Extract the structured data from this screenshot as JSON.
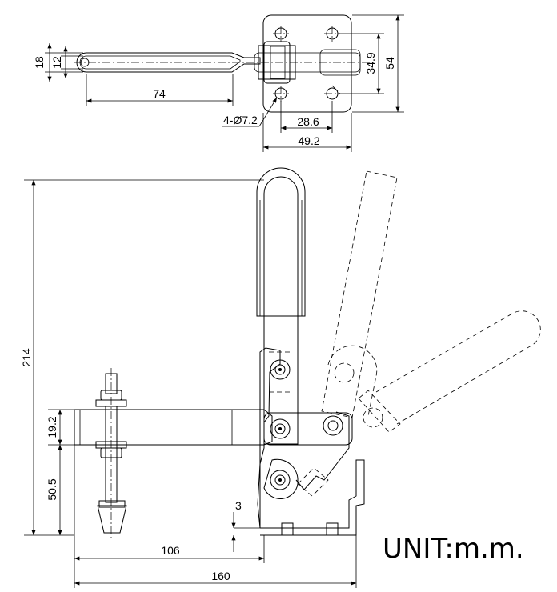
{
  "drawing": {
    "top_view": {
      "dim_handle_outer": "18",
      "dim_handle_inner": "12",
      "dim_handle_length": "74",
      "dim_base_height": "54",
      "dim_hole_spacing_y": "34.9",
      "dim_holes": "4-Ø7.2",
      "dim_hole_spacing_x": "28.6",
      "dim_base_width": "49.2"
    },
    "side_view": {
      "dim_total_height": "214",
      "dim_arm_thickness": "19.2",
      "dim_arm_height": "50.5",
      "dim_base_offset": "3",
      "dim_reach": "106",
      "dim_total_length": "160"
    },
    "unit_label": "UNIT:m.m."
  }
}
